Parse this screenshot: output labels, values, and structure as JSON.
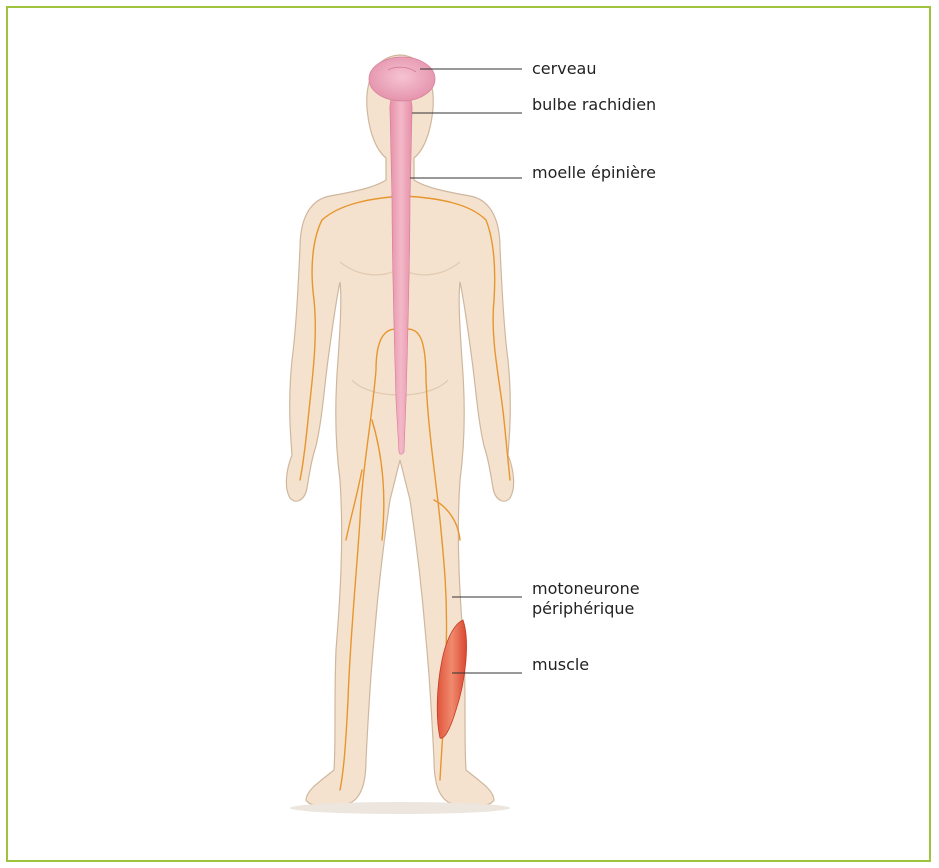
{
  "figure": {
    "frame_color": "#9dc43c",
    "skin_color": "#f4e2cf",
    "skin_outline": "#cfb79e",
    "nerve_color": "#e8952c",
    "brain_color": "#e9a1b7",
    "cord_color": "#e68fa9",
    "muscle_color": "#e86a4f",
    "leader_color": "#333333"
  },
  "labels": {
    "cerveau": "cerveau",
    "bulbe": "bulbe rachidien",
    "moelle": "moelle épinière",
    "motoneurone_1": "motoneurone",
    "motoneurone_2": "périphérique",
    "muscle": "muscle"
  }
}
